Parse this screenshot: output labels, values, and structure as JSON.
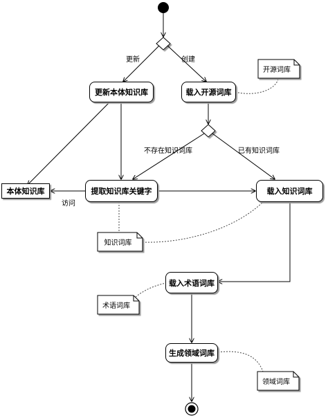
{
  "nodes": {
    "update_ontology": "更新本体知识库",
    "load_open_lexicon": "载入开源词库",
    "extract_keywords": "提取知识库关键字",
    "load_knowledge_lexicon": "载入知识词库",
    "load_term_lexicon": "载入术语词库",
    "generate_domain_lexicon": "生成领域词库",
    "ontology_kb": "本体知识库"
  },
  "edge_labels": {
    "update": "更新",
    "create": "创建",
    "not_exist": "不存在知识词库",
    "exists": "已有知识词库",
    "access": "访问"
  },
  "notes": {
    "open_lexicon": "开源词库",
    "knowledge_lexicon": "知识词库",
    "term_lexicon": "术语词库",
    "domain_lexicon": "领域词库"
  }
}
